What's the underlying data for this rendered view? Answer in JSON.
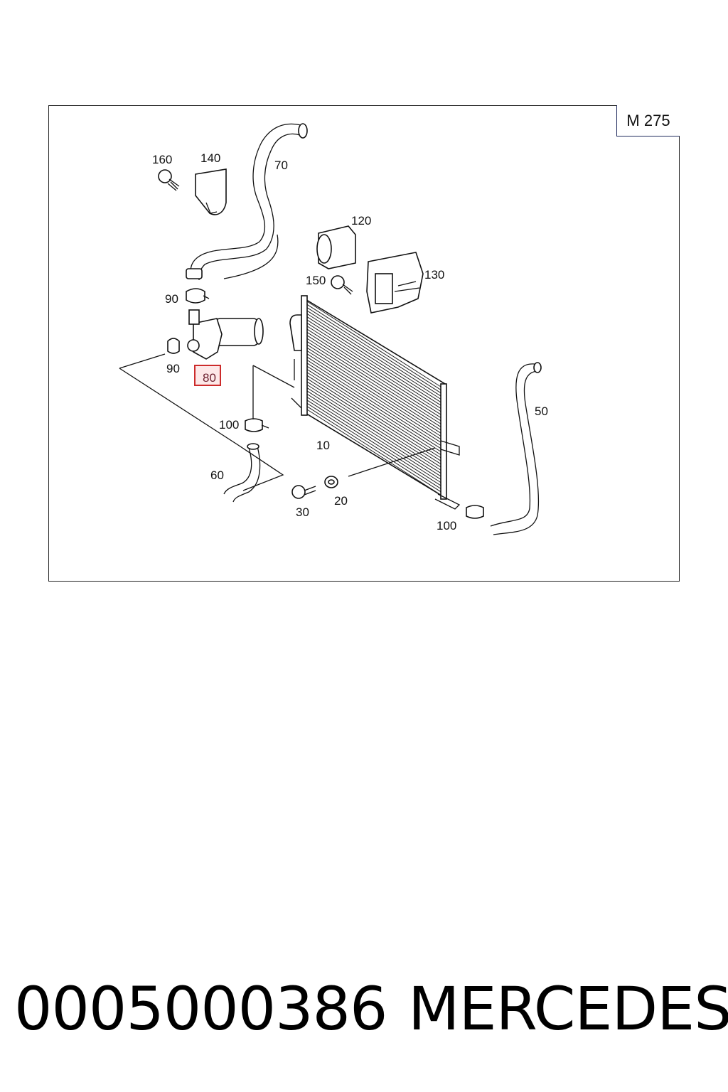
{
  "diagram": {
    "model_code": "M 275",
    "highlighted_part": "80",
    "callouts": {
      "p160": "160",
      "p140": "140",
      "p70": "70",
      "p120": "120",
      "p150": "150",
      "p130": "130",
      "p90_top": "90",
      "p90_left": "90",
      "p80": "80",
      "p100_left": "100",
      "p10": "10",
      "p50": "50",
      "p60": "60",
      "p30": "30",
      "p20": "20",
      "p100_right": "100"
    },
    "colors": {
      "highlight_border": "#cc2b2b",
      "highlight_fill": "#fde8e8",
      "frame": "#222222"
    }
  },
  "footer": {
    "part_number": "0005000386",
    "brand": "MERCEDES"
  }
}
